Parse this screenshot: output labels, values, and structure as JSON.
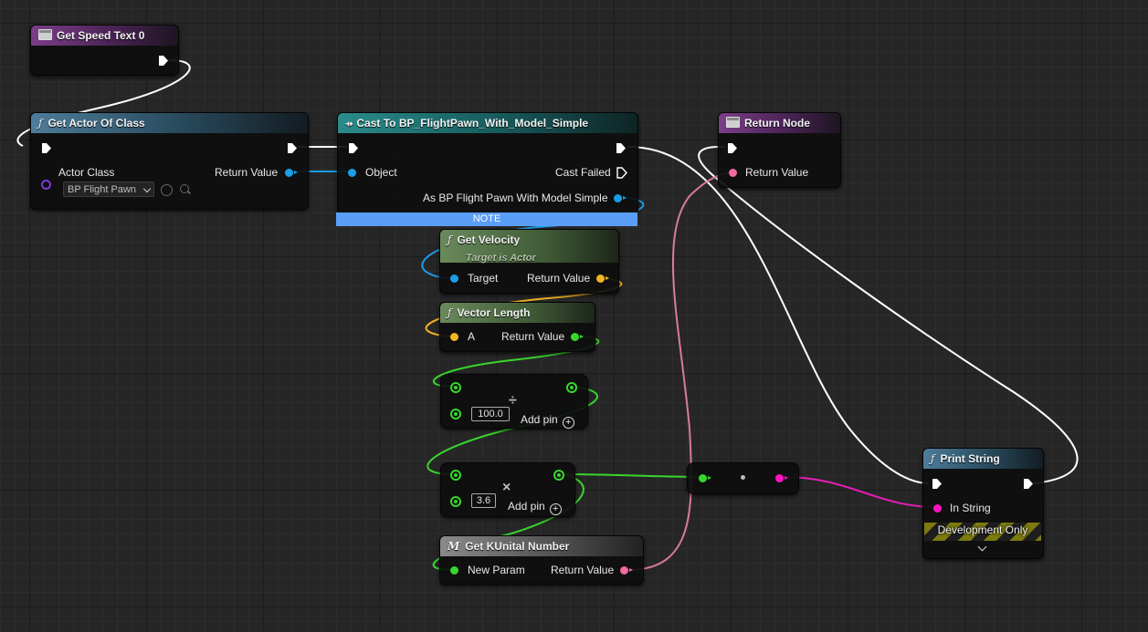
{
  "nodes": {
    "get_speed_text": {
      "title": "Get Speed Text 0"
    },
    "get_actor_of_class": {
      "title": "Get Actor Of Class",
      "actor_class_label": "Actor Class",
      "actor_class_value": "BP Flight Pawn",
      "return_label": "Return Value"
    },
    "cast": {
      "title": "Cast To BP_FlightPawn_With_Model_Simple",
      "object_label": "Object",
      "cast_failed_label": "Cast Failed",
      "as_label": "As BP Flight Pawn With Model Simple",
      "note": "NOTE"
    },
    "return_node": {
      "title": "Return Node",
      "return_label": "Return Value"
    },
    "get_velocity": {
      "title": "Get Velocity",
      "subtitle": "Target is Actor",
      "target_label": "Target",
      "return_label": "Return Value"
    },
    "vector_length": {
      "title": "Vector Length",
      "a_label": "A",
      "return_label": "Return Value"
    },
    "divide": {
      "glyph": "÷",
      "value": "100.0",
      "add_pin": "Add pin"
    },
    "multiply": {
      "glyph": "×",
      "value": "3.6",
      "add_pin": "Add pin"
    },
    "get_kunital": {
      "title": "Get KUnital Number",
      "param_label": "New Param",
      "return_label": "Return Value"
    },
    "print_string": {
      "title": "Print String",
      "in_string_label": "In String",
      "dev_only": "Development Only"
    }
  },
  "colors": {
    "exec": "#ffffff",
    "object": "#1a9ee8",
    "vector": "#f1b424",
    "float": "#38d62c",
    "text": "#f06ba0",
    "string": "#ff13c4",
    "class": "#7c3bd6"
  },
  "icons": [
    "function-icon",
    "cast-icon",
    "macro-icon",
    "event-icon",
    "plus-icon",
    "chevron-down-icon"
  ]
}
